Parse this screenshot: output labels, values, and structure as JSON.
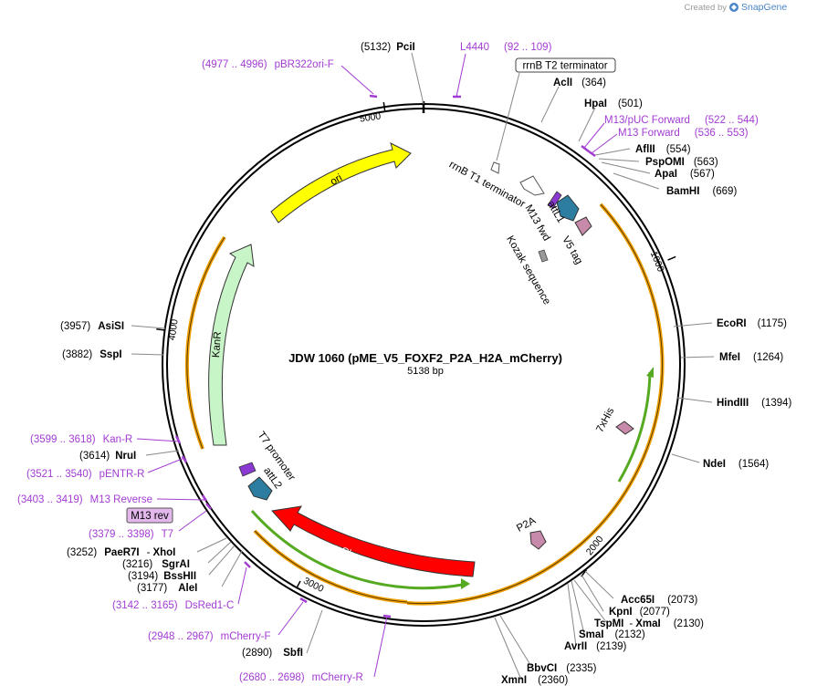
{
  "header": {
    "created_by": "Created by",
    "brand": "SnapGene"
  },
  "plasmid": {
    "name": "JDW 1060 (pME_V5_FOXF2_P2A_H2A_mCherry)",
    "size": "5138 bp"
  },
  "ticks": [
    "1000",
    "2000",
    "3000",
    "4000",
    "5000"
  ],
  "features": {
    "ori": "ori",
    "kanr": "KanR",
    "mcherry": "mCherry",
    "rrnb_t1": "rrnB T1 terminator",
    "rrnb_t2": "rrnB T2 terminator",
    "attl1": "attL1",
    "m13_fwd": "M13 fwd",
    "v5_tag": "V5 tag",
    "kozak": "Kozak sequence",
    "his": "7xHis",
    "p2a": "P2A",
    "t7_promoter": "T7 promoter",
    "attl2": "attL2",
    "m13_rev_box": "M13 rev"
  },
  "sites": {
    "pcii": {
      "name": "PciI",
      "pos": "(5132)"
    },
    "acli": {
      "name": "AclI",
      "pos": "(364)"
    },
    "hpai": {
      "name": "HpaI",
      "pos": "(501)"
    },
    "aflii": {
      "name": "AflII",
      "pos": "(554)"
    },
    "pspomi": {
      "name": "PspOMI",
      "pos": "(563)"
    },
    "apai": {
      "name": "ApaI",
      "pos": "(567)"
    },
    "bamhi": {
      "name": "BamHI",
      "pos": "(669)"
    },
    "ecori": {
      "name": "EcoRI",
      "pos": "(1175)"
    },
    "mfei": {
      "name": "MfeI",
      "pos": "(1264)"
    },
    "hindiii": {
      "name": "HindIII",
      "pos": "(1394)"
    },
    "ndei": {
      "name": "NdeI",
      "pos": "(1564)"
    },
    "acc65i": {
      "name": "Acc65I",
      "pos": "(2073)"
    },
    "kpni": {
      "name": "KpnI",
      "pos": "(2077)"
    },
    "tspmi": {
      "name": "TspMI",
      "sep": "-",
      "name2": "XmaI",
      "pos": "(2130)"
    },
    "smai": {
      "name": "SmaI",
      "pos": "(2132)"
    },
    "avrii": {
      "name": "AvrII",
      "pos": "(2139)"
    },
    "bbvci": {
      "name": "BbvCI",
      "pos": "(2335)"
    },
    "xmni": {
      "name": "XmnI",
      "pos": "(2360)"
    },
    "sbfi": {
      "name": "SbfI",
      "pos": "(2890)"
    },
    "alei": {
      "name": "AleI",
      "pos": "(3177)"
    },
    "bsshii": {
      "name": "BssHII",
      "pos": "(3194)"
    },
    "sgrai": {
      "name": "SgrAI",
      "pos": "(3216)"
    },
    "paer7i": {
      "name": "PaeR7I",
      "sep": "-",
      "name2": "XhoI",
      "pos": "(3252)"
    },
    "nrui": {
      "name": "NruI",
      "pos": "(3614)"
    },
    "sspi": {
      "name": "SspI",
      "pos": "(3882)"
    },
    "asisi": {
      "name": "AsiSI",
      "pos": "(3957)"
    }
  },
  "primers": {
    "l4440": {
      "name": "L4440",
      "range": "(92 .. 109)"
    },
    "pbr322": {
      "name": "pBR322ori-F",
      "range": "(4977 .. 4996)"
    },
    "m13puc": {
      "name": "M13/pUC Forward",
      "range": "(522 .. 544)"
    },
    "m13fwd": {
      "name": "M13 Forward",
      "range": "(536 .. 553)"
    },
    "kanr": {
      "name": "Kan-R",
      "range": "(3599 .. 3618)"
    },
    "pentr": {
      "name": "pENTR-R",
      "range": "(3521 .. 3540)"
    },
    "m13rev": {
      "name": "M13 Reverse",
      "range": "(3403 .. 3419)"
    },
    "t7": {
      "name": "T7",
      "range": "(3379 .. 3398)"
    },
    "dsred": {
      "name": "DsRed1-C",
      "range": "(3142 .. 3165)"
    },
    "mcherryf": {
      "name": "mCherry-F",
      "range": "(2948 .. 2967)"
    },
    "mcherryr": {
      "name": "mCherry-R",
      "range": "(2680 .. 2698)"
    }
  },
  "colors": {
    "ori": "#ffff00",
    "kanr": "#c8f5c8",
    "mcherry": "#ff0000",
    "orange_arc": "#f0a000",
    "green_arc": "#55aa22",
    "att": "#2c7da0",
    "tag": "#c88aaa",
    "primer": "#a23cd2",
    "m13_box": "#e2b8ec"
  }
}
